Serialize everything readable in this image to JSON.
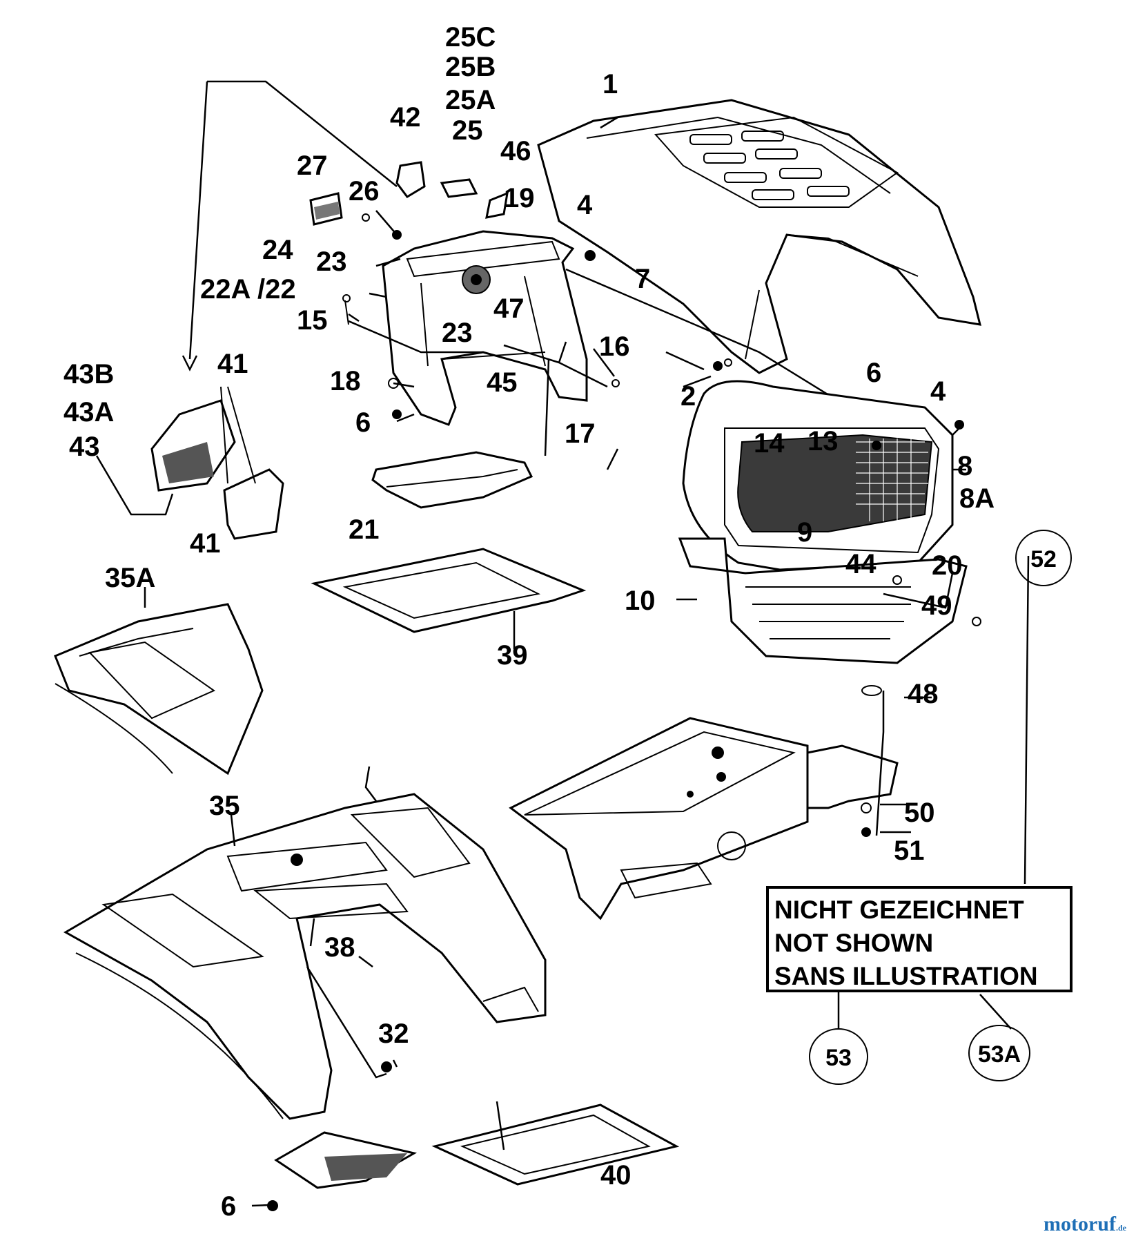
{
  "labels": {
    "l1": "1",
    "l2": "2",
    "l4a": "4",
    "l4b": "4",
    "l6a": "6",
    "l6b": "6",
    "l6c": "6",
    "l7": "7",
    "l8": "8",
    "l8A": "8A",
    "l9": "9",
    "l10": "10",
    "l13": "13",
    "l14": "14",
    "l15": "15",
    "l16": "16",
    "l17": "17",
    "l18": "18",
    "l19": "19",
    "l20": "20",
    "l21": "21",
    "l22A22": "22A /22",
    "l23a": "23",
    "l23b": "23",
    "l24": "24",
    "l25": "25",
    "l25A": "25A",
    "l25B": "25B",
    "l25C": "25C",
    "l26": "26",
    "l27": "27",
    "l32": "32",
    "l35": "35",
    "l35A": "35A",
    "l38": "38",
    "l39": "39",
    "l40": "40",
    "l41a": "41",
    "l41b": "41",
    "l42": "42",
    "l43": "43",
    "l43A": "43A",
    "l43B": "43B",
    "l44": "44",
    "l45": "45",
    "l46": "46",
    "l47": "47",
    "l48": "48",
    "l49": "49",
    "l50": "50",
    "l51": "51",
    "l52": "52",
    "l53": "53",
    "l53A": "53A"
  },
  "note": {
    "line1": "NICHT GEZEICHNET",
    "line2": "NOT SHOWN",
    "line3": "SANS ILLUSTRATION"
  },
  "watermark": {
    "brand": "motoruf",
    "suffix": ".de",
    "color": "#1e6fb6"
  }
}
